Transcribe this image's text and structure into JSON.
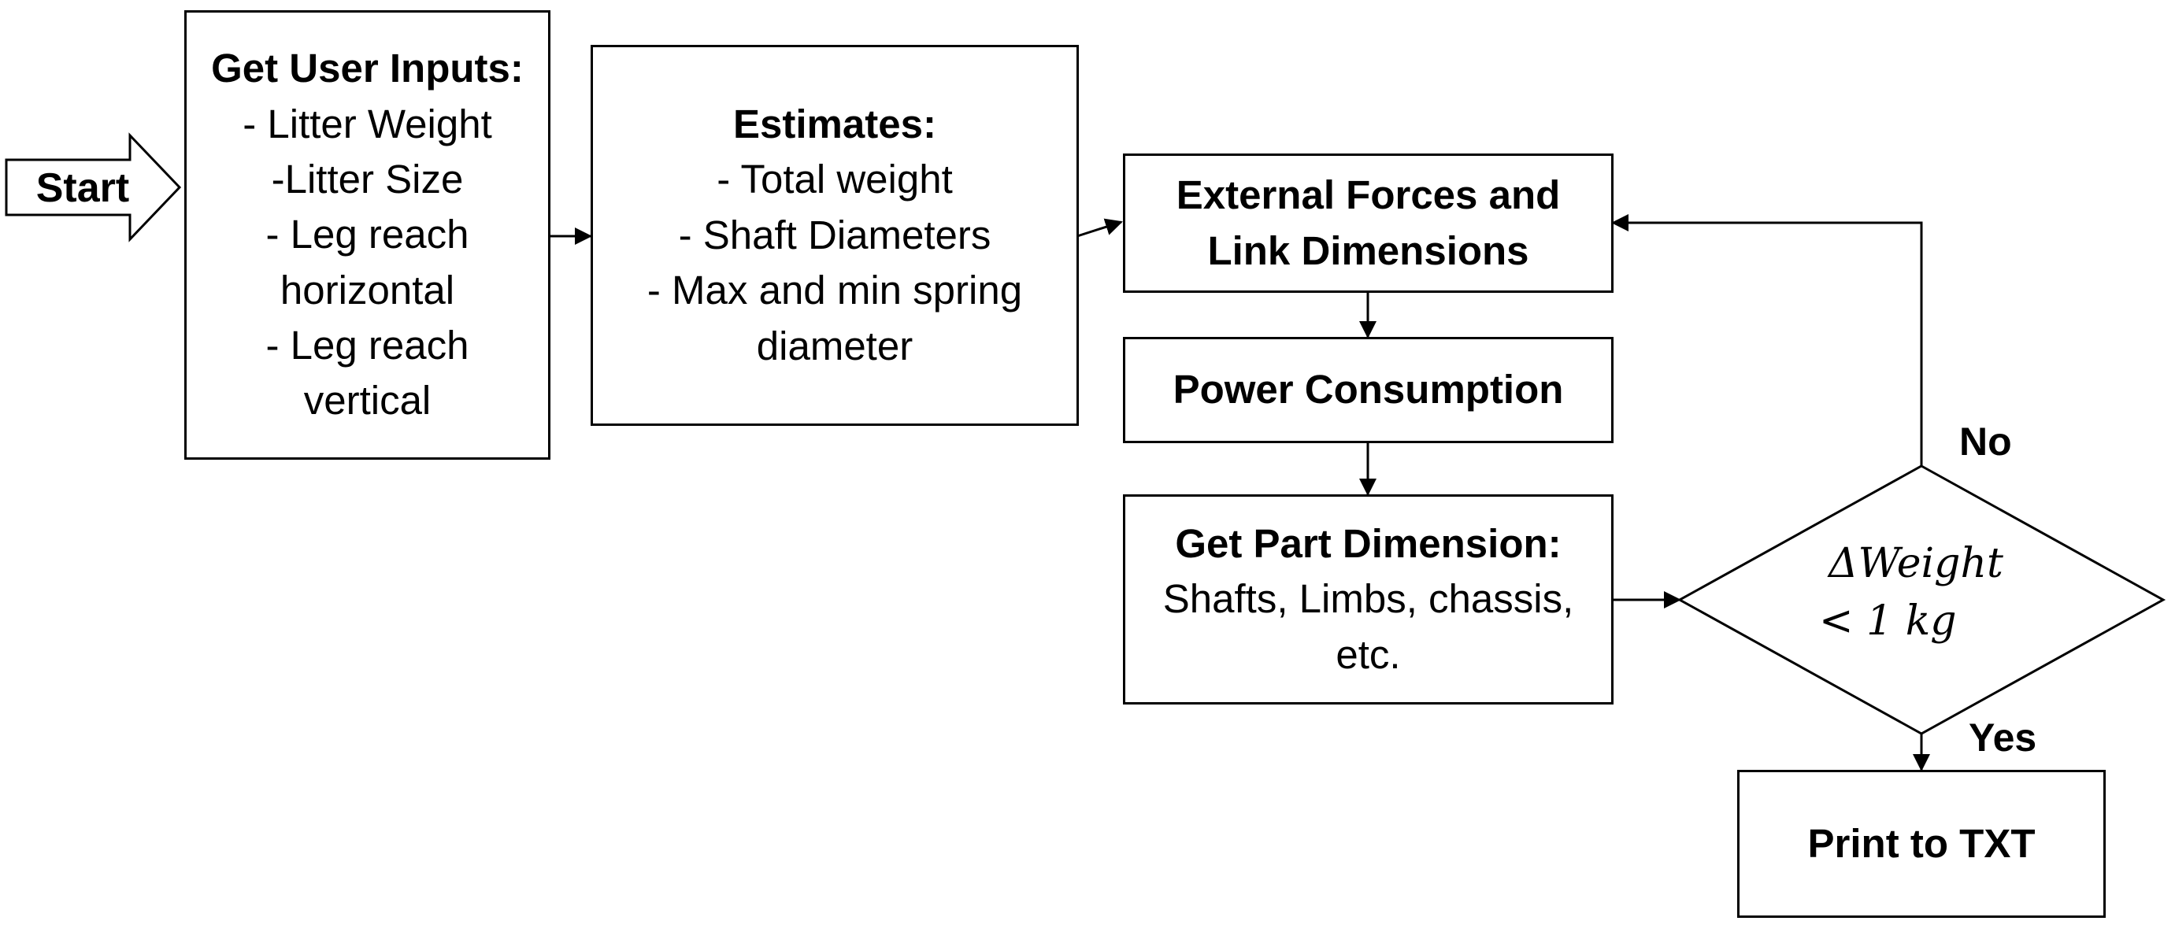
{
  "diagram": {
    "start": {
      "label": "Start"
    },
    "user_inputs": {
      "title": "Get User Inputs:",
      "items": [
        "- Litter Weight",
        "-Litter Size",
        "- Leg reach",
        "horizontal",
        "- Leg reach",
        "vertical"
      ]
    },
    "estimates": {
      "title": "Estimates:",
      "items": [
        "- Total weight",
        "- Shaft Diameters",
        "- Max and min spring",
        "diameter"
      ]
    },
    "external_forces": {
      "lines": [
        "External Forces and",
        "Link Dimensions"
      ]
    },
    "power_consumption": {
      "label": "Power Consumption"
    },
    "part_dimension": {
      "title": "Get Part Dimension:",
      "items": [
        "Shafts, Limbs, chassis,",
        "etc."
      ]
    },
    "decision": {
      "line1": "ΔWeight",
      "line2": "< 1 kg",
      "no_label": "No",
      "yes_label": "Yes"
    },
    "print": {
      "label": "Print to TXT"
    }
  }
}
